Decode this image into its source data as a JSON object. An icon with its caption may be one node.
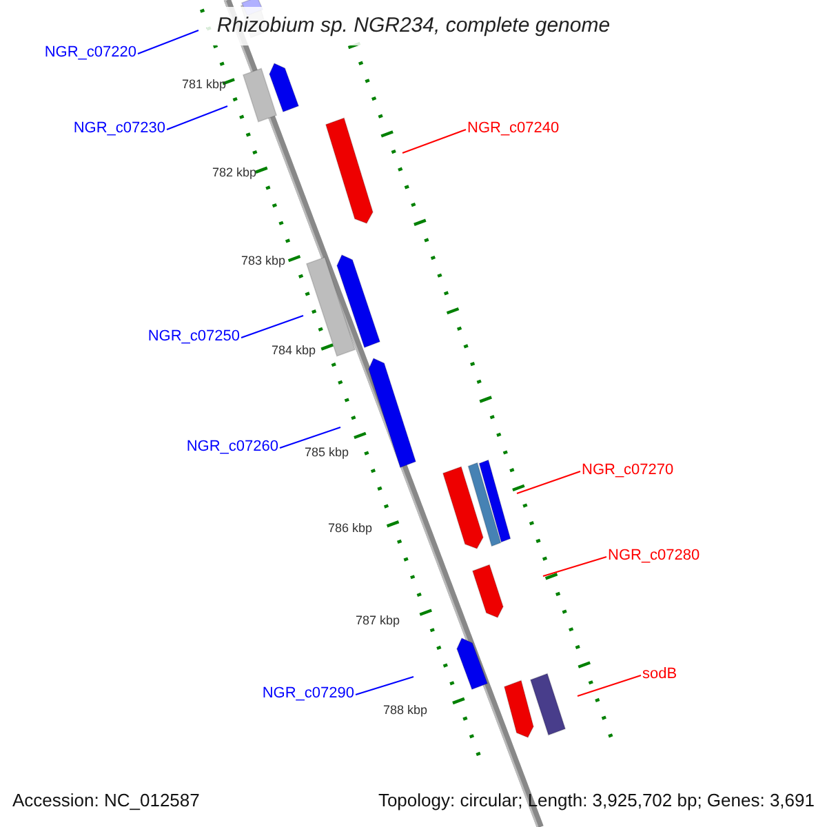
{
  "diagram": {
    "title": "Rhizobium sp. NGR234, complete genome",
    "nodes": [
      {
        "text": [
          "NGR_c07220"
        ]
      },
      {
        "text": [
          "NGR_c07230"
        ]
      },
      {
        "text": [
          "NGR_c07240"
        ]
      },
      {
        "text": [
          "NGR_c07250"
        ]
      },
      {
        "text": [
          "NGR_c07260"
        ]
      },
      {
        "text": [
          "NGR_c07270"
        ]
      },
      {
        "text": [
          "NGR_c07280"
        ]
      },
      {
        "text": [
          "sodB"
        ]
      },
      {
        "text": [
          "NGR_c07290"
        ]
      }
    ],
    "edges": [
      {
        "from": 0,
        "to": null,
        "arrow": "none"
      },
      {
        "from": 1,
        "to": null,
        "arrow": "none"
      },
      {
        "from": 2,
        "to": null,
        "arrow": "none",
        "color": "#ff0000"
      },
      {
        "from": 3,
        "to": null,
        "arrow": "none"
      },
      {
        "from": 4,
        "to": null,
        "arrow": "none"
      },
      {
        "from": 5,
        "to": null,
        "arrow": "none",
        "color": "#ff0000"
      },
      {
        "from": 6,
        "to": null,
        "arrow": "none",
        "color": "#ff0000"
      },
      {
        "from": 7,
        "to": null,
        "arrow": "none",
        "color": "#ff0000"
      },
      {
        "from": 8,
        "to": null,
        "arrow": "none"
      }
    ],
    "labels": [
      "781 kbp",
      "782 kbp",
      "783 kbp",
      "784 kbp",
      "785 kbp",
      "786 kbp",
      "787 kbp",
      "788 kbp",
      "Accession: NC_012587",
      "Topology: circular; Length: 3,925,702 bp; Genes: 3,691"
    ]
  }
}
